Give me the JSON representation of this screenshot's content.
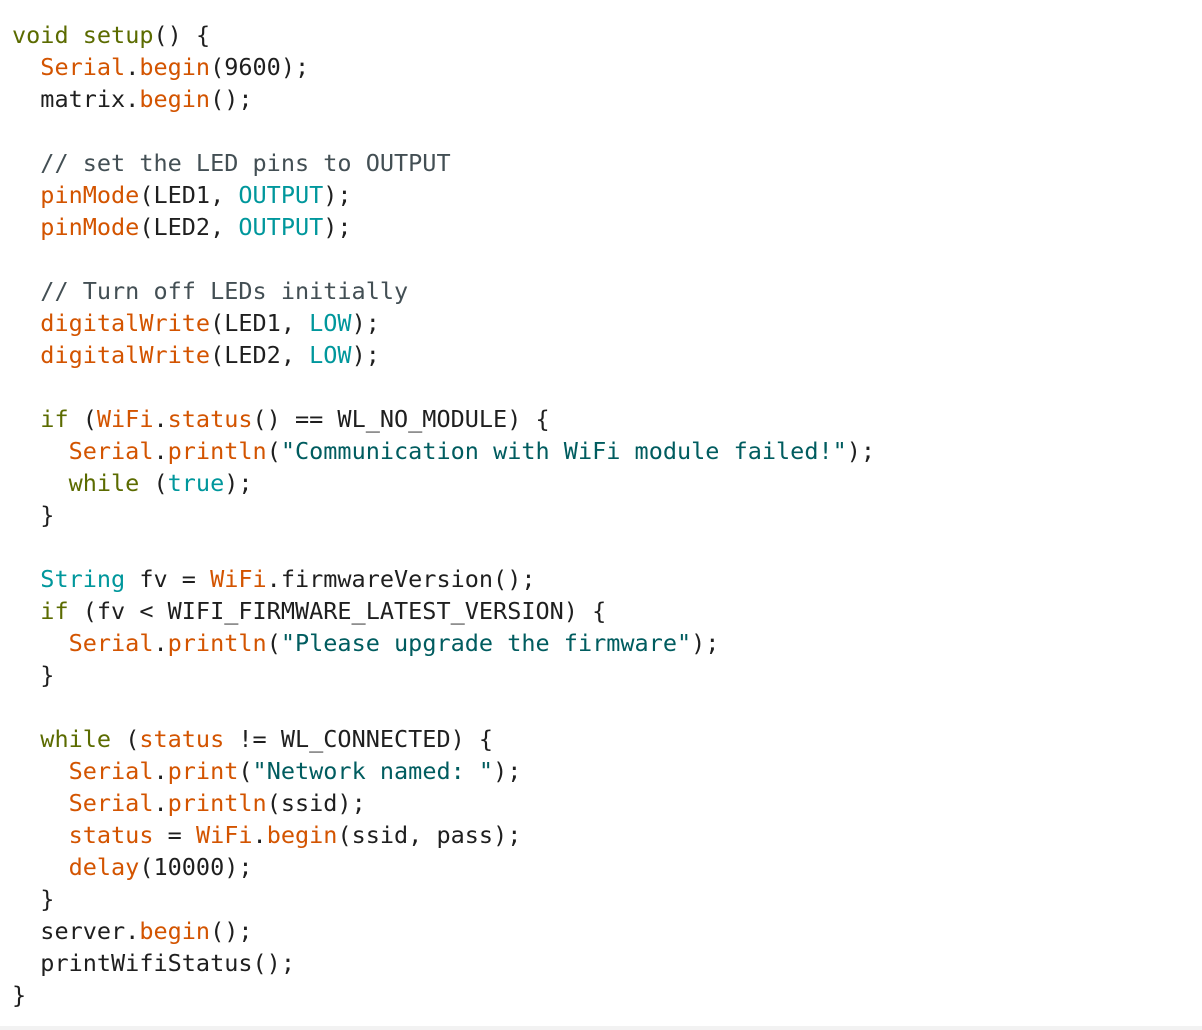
{
  "editor": {
    "colors": {
      "background": "#ffffff",
      "keyword": "#5b6b00",
      "function": "#d35400",
      "constant": "#00979c",
      "string": "#005c5f",
      "comment": "#434f54",
      "plain": "#1f1f1f"
    },
    "lines": [
      [
        [
          "kw",
          "void"
        ],
        [
          "p",
          " "
        ],
        [
          "kw",
          "setup"
        ],
        [
          "p",
          "() {"
        ]
      ],
      [
        [
          "p",
          "  "
        ],
        [
          "fn",
          "Serial"
        ],
        [
          "p",
          "."
        ],
        [
          "fn",
          "begin"
        ],
        [
          "p",
          "(9600);"
        ]
      ],
      [
        [
          "p",
          "  matrix."
        ],
        [
          "fn",
          "begin"
        ],
        [
          "p",
          "();"
        ]
      ],
      [],
      [
        [
          "p",
          "  "
        ],
        [
          "cm",
          "// set the LED pins to OUTPUT"
        ]
      ],
      [
        [
          "p",
          "  "
        ],
        [
          "fn",
          "pinMode"
        ],
        [
          "p",
          "(LED1, "
        ],
        [
          "const",
          "OUTPUT"
        ],
        [
          "p",
          ");"
        ]
      ],
      [
        [
          "p",
          "  "
        ],
        [
          "fn",
          "pinMode"
        ],
        [
          "p",
          "(LED2, "
        ],
        [
          "const",
          "OUTPUT"
        ],
        [
          "p",
          ");"
        ]
      ],
      [],
      [
        [
          "p",
          "  "
        ],
        [
          "cm",
          "// Turn off LEDs initially"
        ]
      ],
      [
        [
          "p",
          "  "
        ],
        [
          "fn",
          "digitalWrite"
        ],
        [
          "p",
          "(LED1, "
        ],
        [
          "const",
          "LOW"
        ],
        [
          "p",
          ");"
        ]
      ],
      [
        [
          "p",
          "  "
        ],
        [
          "fn",
          "digitalWrite"
        ],
        [
          "p",
          "(LED2, "
        ],
        [
          "const",
          "LOW"
        ],
        [
          "p",
          ");"
        ]
      ],
      [],
      [
        [
          "p",
          "  "
        ],
        [
          "kw",
          "if"
        ],
        [
          "p",
          " ("
        ],
        [
          "fn",
          "WiFi"
        ],
        [
          "p",
          "."
        ],
        [
          "fn",
          "status"
        ],
        [
          "p",
          "() == WL_NO_MODULE) {"
        ]
      ],
      [
        [
          "p",
          "    "
        ],
        [
          "fn",
          "Serial"
        ],
        [
          "p",
          "."
        ],
        [
          "fn",
          "println"
        ],
        [
          "p",
          "("
        ],
        [
          "str",
          "\"Communication with WiFi module failed!\""
        ],
        [
          "p",
          ");"
        ]
      ],
      [
        [
          "p",
          "    "
        ],
        [
          "kw",
          "while"
        ],
        [
          "p",
          " ("
        ],
        [
          "const",
          "true"
        ],
        [
          "p",
          ");"
        ]
      ],
      [
        [
          "p",
          "  }"
        ]
      ],
      [],
      [
        [
          "p",
          "  "
        ],
        [
          "const",
          "String"
        ],
        [
          "p",
          " fv = "
        ],
        [
          "fn",
          "WiFi"
        ],
        [
          "p",
          ".firmwareVersion();"
        ]
      ],
      [
        [
          "p",
          "  "
        ],
        [
          "kw",
          "if"
        ],
        [
          "p",
          " (fv < WIFI_FIRMWARE_LATEST_VERSION) {"
        ]
      ],
      [
        [
          "p",
          "    "
        ],
        [
          "fn",
          "Serial"
        ],
        [
          "p",
          "."
        ],
        [
          "fn",
          "println"
        ],
        [
          "p",
          "("
        ],
        [
          "str",
          "\"Please upgrade the firmware\""
        ],
        [
          "p",
          ");"
        ]
      ],
      [
        [
          "p",
          "  }"
        ]
      ],
      [],
      [
        [
          "p",
          "  "
        ],
        [
          "kw",
          "while"
        ],
        [
          "p",
          " ("
        ],
        [
          "fn",
          "status"
        ],
        [
          "p",
          " != WL_CONNECTED) {"
        ]
      ],
      [
        [
          "p",
          "    "
        ],
        [
          "fn",
          "Serial"
        ],
        [
          "p",
          "."
        ],
        [
          "fn",
          "print"
        ],
        [
          "p",
          "("
        ],
        [
          "str",
          "\"Network named: \""
        ],
        [
          "p",
          ");"
        ]
      ],
      [
        [
          "p",
          "    "
        ],
        [
          "fn",
          "Serial"
        ],
        [
          "p",
          "."
        ],
        [
          "fn",
          "println"
        ],
        [
          "p",
          "(ssid);"
        ]
      ],
      [
        [
          "p",
          "    "
        ],
        [
          "fn",
          "status"
        ],
        [
          "p",
          " = "
        ],
        [
          "fn",
          "WiFi"
        ],
        [
          "p",
          "."
        ],
        [
          "fn",
          "begin"
        ],
        [
          "p",
          "(ssid, pass);"
        ]
      ],
      [
        [
          "p",
          "    "
        ],
        [
          "fn",
          "delay"
        ],
        [
          "p",
          "(10000);"
        ]
      ],
      [
        [
          "p",
          "  }"
        ]
      ],
      [
        [
          "p",
          "  server."
        ],
        [
          "fn",
          "begin"
        ],
        [
          "p",
          "();"
        ]
      ],
      [
        [
          "p",
          "  printWifiStatus();"
        ]
      ],
      [
        [
          "p",
          "}"
        ]
      ]
    ]
  }
}
